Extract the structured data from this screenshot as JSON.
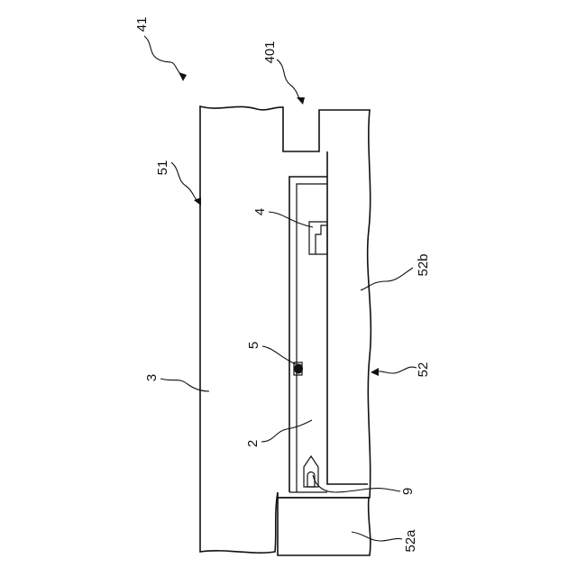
{
  "figure": {
    "labels": {
      "assembly": "41",
      "step_part": "401",
      "left_member": "51",
      "right_member": "52",
      "right_member_upper": "52b",
      "right_member_lower": "52a",
      "inner_plate": "2",
      "main_body": "3",
      "component_4": "4",
      "component_5": "5",
      "component_9": "9"
    }
  }
}
